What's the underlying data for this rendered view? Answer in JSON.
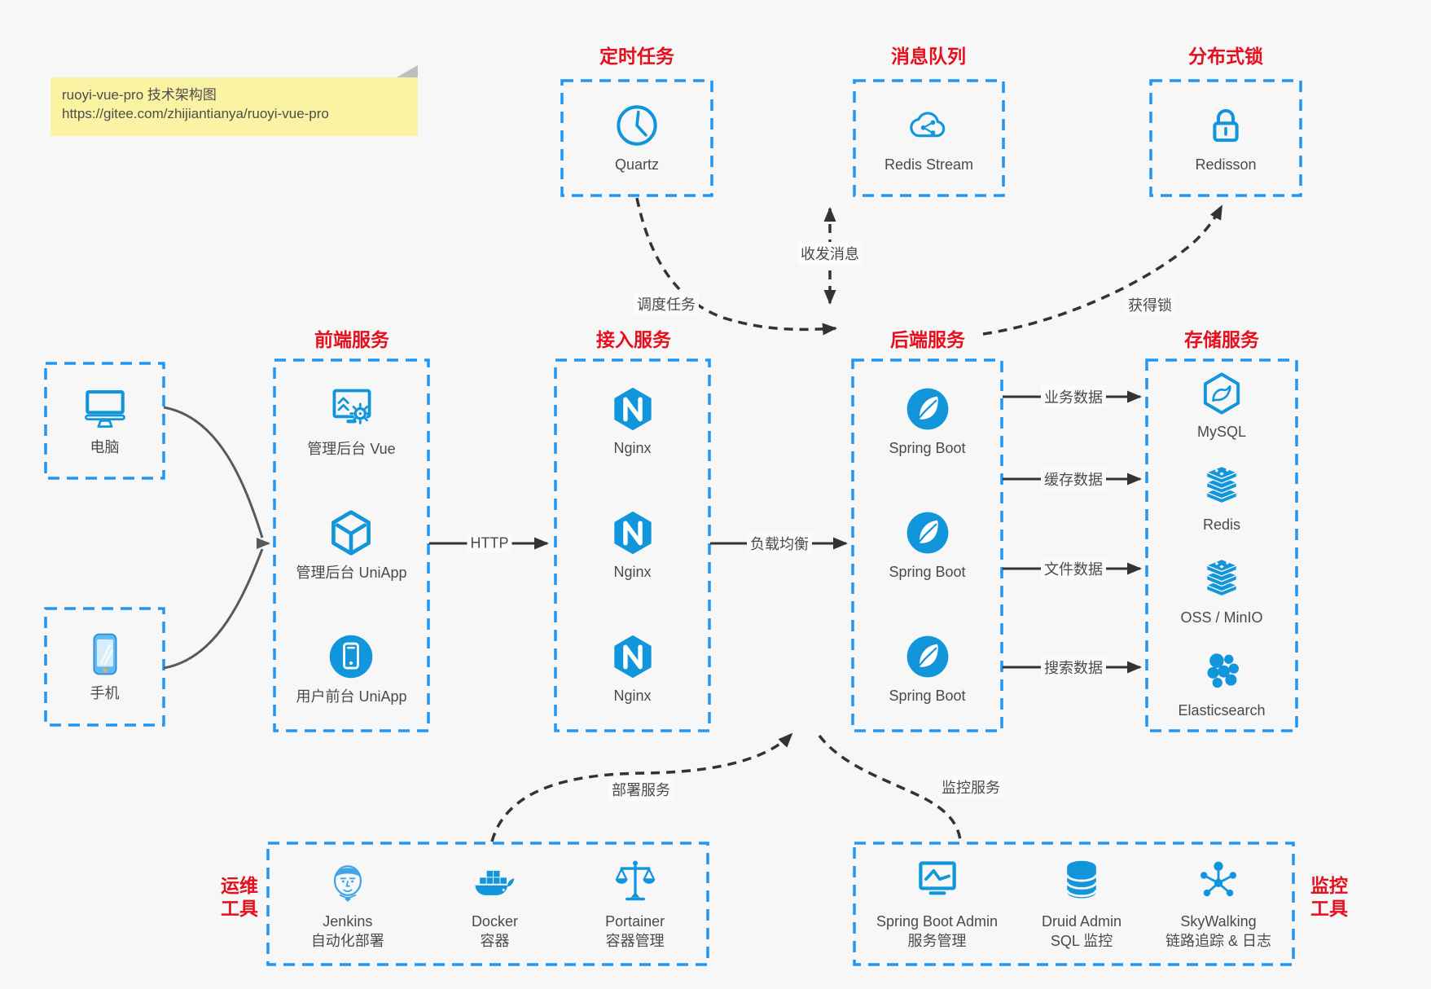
{
  "note": {
    "title": "ruoyi-vue-pro 技术架构图",
    "url": "https://gitee.com/zhijiantianya/ruoyi-vue-pro"
  },
  "groups": {
    "scheduler": {
      "title": "定时任务",
      "nodes": [
        {
          "label": "Quartz",
          "icon": "clock-icon"
        }
      ]
    },
    "mq": {
      "title": "消息队列",
      "nodes": [
        {
          "label": "Redis Stream",
          "icon": "cloud-share-icon"
        }
      ]
    },
    "lock": {
      "title": "分布式锁",
      "nodes": [
        {
          "label": "Redisson",
          "icon": "lock-icon"
        }
      ]
    },
    "clients": {
      "nodes": [
        {
          "label": "电脑",
          "icon": "desktop-icon"
        },
        {
          "label": "手机",
          "icon": "smartphone-icon"
        }
      ]
    },
    "frontend": {
      "title": "前端服务",
      "nodes": [
        {
          "label": "管理后台 Vue",
          "icon": "admin-monitor-gear-icon"
        },
        {
          "label": "管理后台 UniApp",
          "icon": "cube-icon"
        },
        {
          "label": "用户前台 UniApp",
          "icon": "mobile-app-icon"
        }
      ]
    },
    "access": {
      "title": "接入服务",
      "nodes": [
        {
          "label": "Nginx",
          "icon": "nginx-icon"
        },
        {
          "label": "Nginx",
          "icon": "nginx-icon"
        },
        {
          "label": "Nginx",
          "icon": "nginx-icon"
        }
      ]
    },
    "backend": {
      "title": "后端服务",
      "nodes": [
        {
          "label": "Spring Boot",
          "icon": "spring-boot-icon"
        },
        {
          "label": "Spring Boot",
          "icon": "spring-boot-icon"
        },
        {
          "label": "Spring Boot",
          "icon": "spring-boot-icon"
        }
      ]
    },
    "storage": {
      "title": "存储服务",
      "nodes": [
        {
          "label": "MySQL",
          "icon": "mysql-icon"
        },
        {
          "label": "Redis",
          "icon": "redis-stack-icon"
        },
        {
          "label": "OSS / MinIO",
          "icon": "storage-stack-icon"
        },
        {
          "label": "Elasticsearch",
          "icon": "elasticsearch-icon"
        }
      ]
    },
    "ops": {
      "title_line1": "运维",
      "title_line2": "工具",
      "nodes": [
        {
          "label": "Jenkins",
          "sublabel": "自动化部署",
          "icon": "jenkins-icon"
        },
        {
          "label": "Docker",
          "sublabel": "容器",
          "icon": "docker-whale-icon"
        },
        {
          "label": "Portainer",
          "sublabel": "容器管理",
          "icon": "scales-icon"
        }
      ]
    },
    "monitor": {
      "title_line1": "监控",
      "title_line2": "工具",
      "nodes": [
        {
          "label": "Spring Boot Admin",
          "sublabel": "服务管理",
          "icon": "admin-chart-icon"
        },
        {
          "label": "Druid Admin",
          "sublabel": "SQL 监控",
          "icon": "database-icon"
        },
        {
          "label": "SkyWalking",
          "sublabel": "链路追踪 & 日志",
          "icon": "topology-icon"
        }
      ]
    }
  },
  "edges": {
    "schedule": "调度任务",
    "message": "收发消息",
    "acquire_lock": "获得锁",
    "http": "HTTP",
    "load_balance": "负载均衡",
    "business_data": "业务数据",
    "cache_data": "缓存数据",
    "file_data": "文件数据",
    "search_data": "搜索数据",
    "deploy": "部署服务",
    "monitoring": "监控服务"
  },
  "colors": {
    "background": "#f7f7f7",
    "box_border_blue": "#2196f3",
    "icon_blue": "#1296db",
    "title_red": "#e60f1e",
    "note_bg": "#faf3a3",
    "arrow_black": "#333333",
    "client_arrow_gray": "#595959",
    "label_gray": "#4a4a4a"
  }
}
